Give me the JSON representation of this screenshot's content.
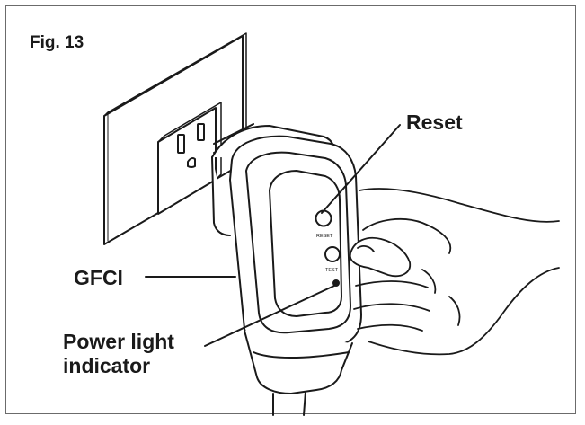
{
  "figure": {
    "label": "Fig. 13",
    "reset_label": "Reset",
    "gfci_label": "GFCI",
    "power_label_line1": "Power light",
    "power_label_line2": "indicator",
    "device_reset_text": "RESET",
    "device_test_text": "TEST"
  },
  "colors": {
    "line": "#1a1a1a",
    "frame": "#6b6b6b",
    "background": "#ffffff"
  },
  "icons": [
    "wall-outlet-icon",
    "gfci-adapter-icon",
    "hand-icon",
    "power-cord-icon"
  ]
}
